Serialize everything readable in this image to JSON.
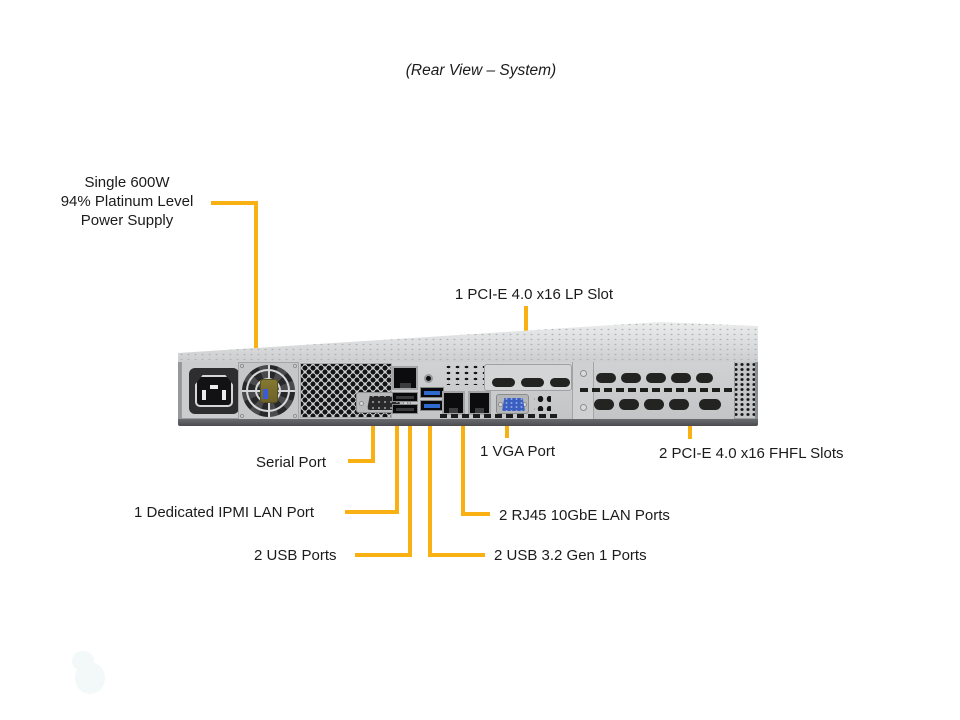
{
  "title": "(Rear View – System)",
  "labels": {
    "power_supply": {
      "line1": "Single 600W",
      "line2": "94% Platinum Level",
      "line3": "Power Supply"
    },
    "lp_slot": "1 PCI-E 4.0 x16 LP Slot",
    "serial_port": "Serial Port",
    "vga_port": "1 VGA Port",
    "fhfl_slots": "2 PCI-E 4.0 x16 FHFL Slots",
    "ipmi_lan": "1 Dedicated IPMI LAN Port",
    "rj45_lan": "2 RJ45 10GbE LAN Ports",
    "usb_ports": "2 USB Ports",
    "usb32_ports": "2 USB 3.2 Gen 1 Ports"
  },
  "colors": {
    "leader_line": "#F9B013",
    "text": "#1B1B1B",
    "chassis": "#C9CACC"
  }
}
